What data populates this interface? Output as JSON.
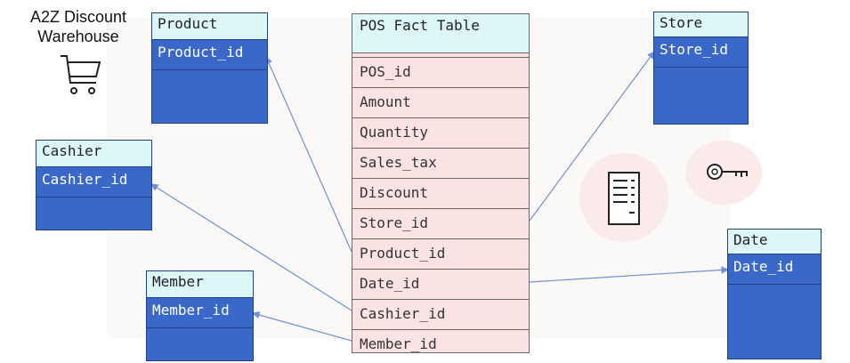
{
  "brand": {
    "line1": "A2Z Discount",
    "line2": "Warehouse"
  },
  "fact_table": {
    "title": "POS Fact Table",
    "rows": [
      "POS_id",
      "Amount",
      "Quantity",
      "Sales_tax",
      "Discount",
      "Store_id",
      "Product_id",
      "Date_id",
      "Cashier_id",
      "Member_id"
    ]
  },
  "dimensions": {
    "product": {
      "title": "Product",
      "key": "Product_id"
    },
    "cashier": {
      "title": "Cashier",
      "key": "Cashier_id"
    },
    "member": {
      "title": "Member",
      "key": "Member_id"
    },
    "store": {
      "title": "Store",
      "key": "Store_id"
    },
    "date": {
      "title": "Date",
      "key": "Date_id"
    }
  },
  "colors": {
    "dimension_fill": "#3a68c9",
    "header_fill": "#ddf6f8",
    "fact_fill": "#fbe3e4",
    "connector": "#6f8fd6"
  },
  "icons": [
    "shopping-cart-icon",
    "receipt-icon",
    "key-icon"
  ]
}
